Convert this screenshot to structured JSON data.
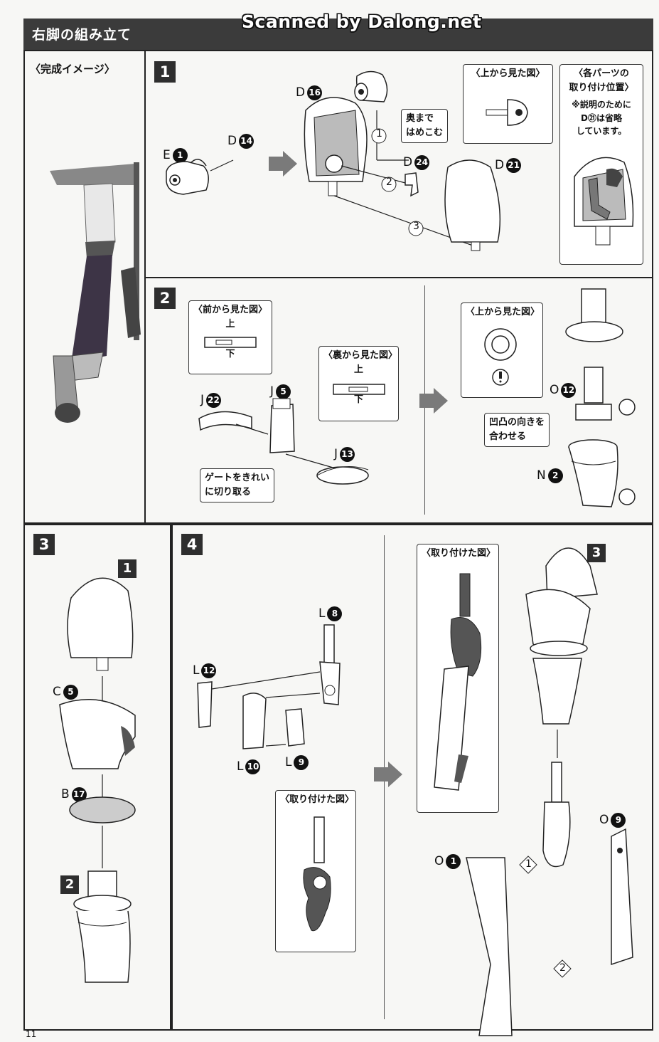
{
  "header": {
    "title": "右脚の組み立て",
    "watermark": "Scanned by Dalong.net"
  },
  "completion": {
    "label": "〈完成イメージ〉"
  },
  "steps": {
    "s1": {
      "number": "1",
      "parts": {
        "e1": "E",
        "e1n": "1",
        "d14": "D",
        "d14n": "14",
        "d16": "D",
        "d16n": "16",
        "d24": "D",
        "d24n": "24",
        "d21": "D",
        "d21n": "21"
      },
      "callouts": {
        "push": "奥まで\nはめこむ",
        "topview": "〈上から見た図〉",
        "positions": "〈各パーツの\n取り付け位置〉",
        "note": "※説明のために\nD㉑は省略\nしています。"
      },
      "order": [
        "1",
        "2",
        "3"
      ]
    },
    "s2": {
      "number": "2",
      "parts": {
        "j22": "J",
        "j22n": "22",
        "j5": "J",
        "j5n": "5",
        "j13": "J",
        "j13n": "13",
        "o12": "O",
        "o12n": "12",
        "n2": "N",
        "n2n": "2"
      },
      "callouts": {
        "front": "〈前から見た図〉",
        "back": "〈裏から見た図〉",
        "up": "上",
        "down": "下",
        "gate": "ゲートをきれい\nに切り取る",
        "topview": "〈上から見た図〉",
        "align": "凹凸の向きを\n合わせる"
      }
    },
    "s3": {
      "number": "3",
      "parts": {
        "c5": "C",
        "c5n": "5",
        "b17": "B",
        "b17n": "17"
      },
      "subs": [
        "1",
        "2"
      ]
    },
    "s4": {
      "number": "4",
      "parts": {
        "l8": "L",
        "l8n": "8",
        "l12": "L",
        "l12n": "12",
        "l10": "L",
        "l10n": "10",
        "l9": "L",
        "l9n": "9",
        "o1": "O",
        "o1n": "1",
        "o9": "O",
        "o9n": "9"
      },
      "callouts": {
        "attached1": "〈取り付けた図〉",
        "attached2": "〈取り付けた図〉"
      },
      "order": [
        "1",
        "2"
      ],
      "ref": "3"
    }
  },
  "page_number": "11"
}
